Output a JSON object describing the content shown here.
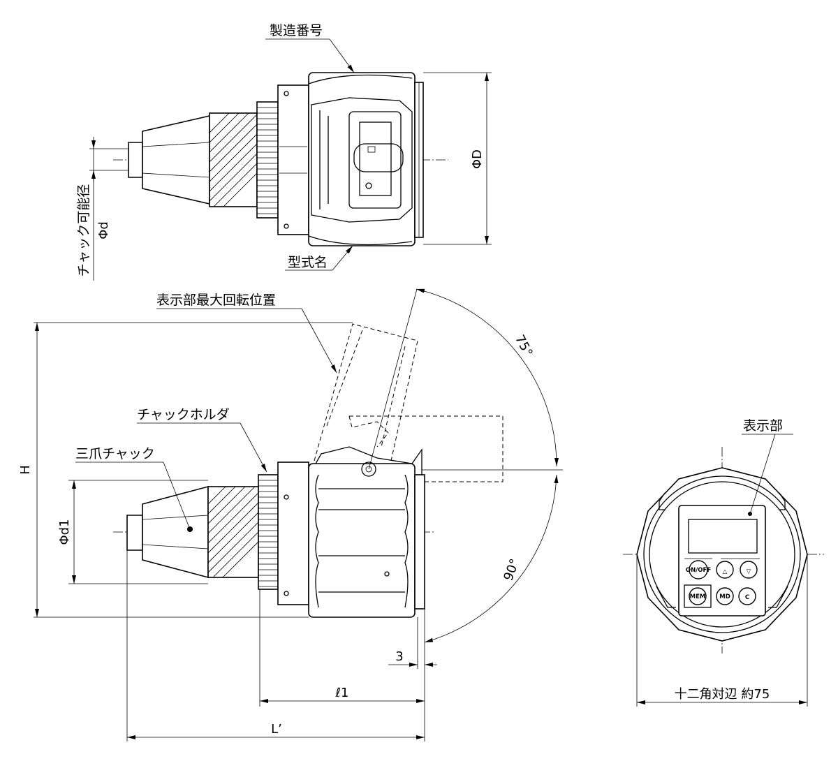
{
  "labels": {
    "serial_number": "製造番号",
    "model_name": "型式名",
    "chuck_capacity": "チャック可能径",
    "display_max_rotation": "表示部最大回転位置",
    "chuck_holder": "チャックホルダ",
    "three_jaw_chuck": "三爪チャック",
    "display_unit": "表示部"
  },
  "dimensions": {
    "phi_D": "ΦD",
    "phi_d": "Φd",
    "phi_d1": "Φd1",
    "H": "H",
    "l1": "ℓ1",
    "L_prime": "L’",
    "gap": "3",
    "angle_75": "75°",
    "angle_90": "90°",
    "dodecagon_across_flats": "十二角対辺 約75"
  },
  "panel_buttons": {
    "on_off": "ON/OFF",
    "up": "△",
    "down": "▽",
    "mem": "MEM",
    "md": "MD",
    "c": "C"
  },
  "colors": {
    "line": "#000000",
    "background": "#ffffff"
  }
}
